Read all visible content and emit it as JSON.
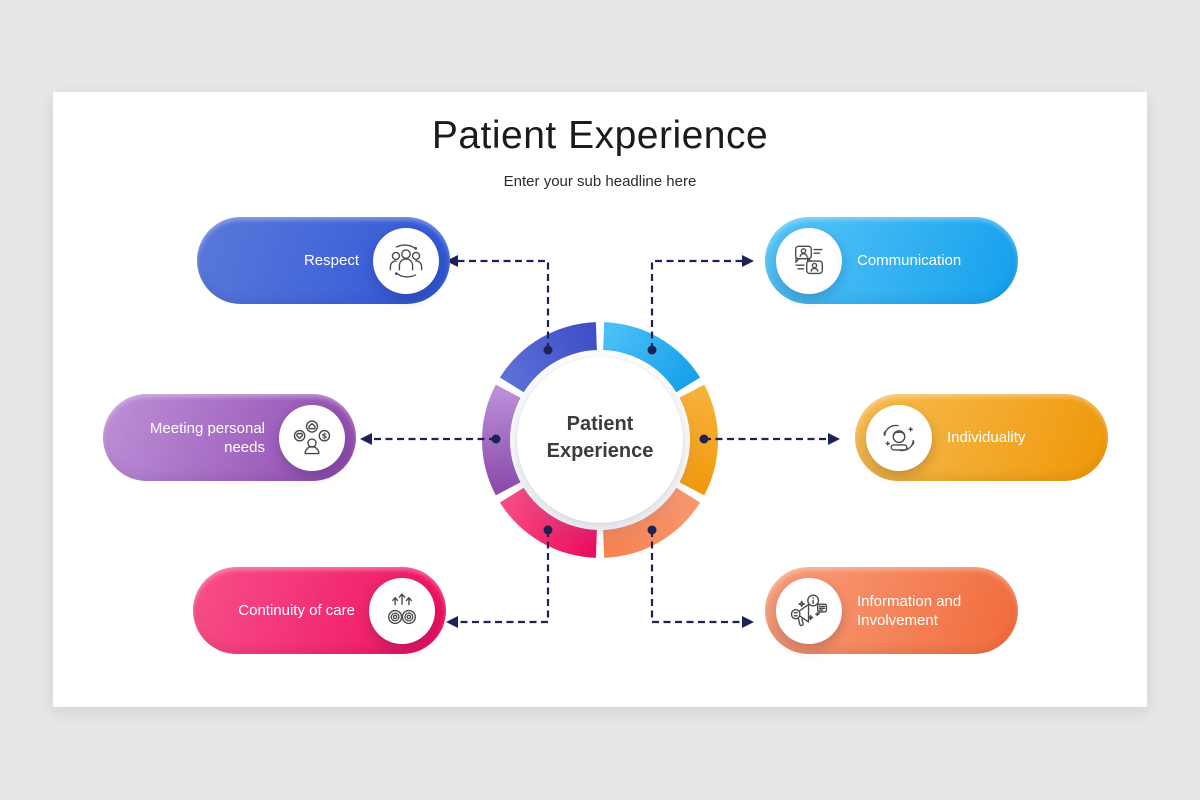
{
  "title": "Patient Experience",
  "subtitle": "Enter your sub headline here",
  "center": {
    "line1": "Patient",
    "line2": "Experience"
  },
  "connector_color": "#1c2254",
  "ring": {
    "segments": [
      {
        "name": "communication",
        "start": 2,
        "end": 58,
        "from": "#4cc1f7",
        "to": "#17a0eb"
      },
      {
        "name": "individuality",
        "start": 62,
        "end": 118,
        "from": "#f7b13a",
        "to": "#f29a0d"
      },
      {
        "name": "information",
        "start": 122,
        "end": 178,
        "from": "#f9966f",
        "to": "#f78350"
      },
      {
        "name": "continuity",
        "start": 182,
        "end": 238,
        "from": "#ec0e60",
        "to": "#f74b82"
      },
      {
        "name": "meeting",
        "start": 242,
        "end": 298,
        "from": "#8d4bac",
        "to": "#bc8ed8"
      },
      {
        "name": "respect",
        "start": 302,
        "end": 358,
        "from": "#5d6fd7",
        "to": "#3f4ec6"
      }
    ]
  },
  "items": [
    {
      "id": "respect",
      "label": "Respect",
      "icon": "team-icon",
      "colors": {
        "from": "#5b79db",
        "to": "#2f55d6",
        "extrude": "#2a38ac"
      }
    },
    {
      "id": "communication",
      "label": "Communication",
      "icon": "chat-bubbles-icon",
      "colors": {
        "from": "#58c7f8",
        "to": "#149fec",
        "extrude": "#0e7fc4"
      }
    },
    {
      "id": "meeting",
      "label": "Meeting personal needs",
      "icon": "personal-needs-icon",
      "colors": {
        "from": "#bd90d8",
        "to": "#9049ae",
        "extrude": "#7c3b96"
      }
    },
    {
      "id": "individuality",
      "label": "Individuality",
      "icon": "caring-hands-icon",
      "colors": {
        "from": "#f7bd52",
        "to": "#ef9708",
        "extrude": "#d07f07"
      }
    },
    {
      "id": "continuity",
      "label": "Continuity of care",
      "icon": "gears-arrows-icon",
      "colors": {
        "from": "#f7508a",
        "to": "#ee0e61",
        "extrude": "#c40b52"
      }
    },
    {
      "id": "information",
      "label": "Information and Involvement",
      "icon": "megaphone-icon",
      "colors": {
        "from": "#f8a07d",
        "to": "#f16a3a",
        "extrude": "#d2491d"
      }
    }
  ]
}
